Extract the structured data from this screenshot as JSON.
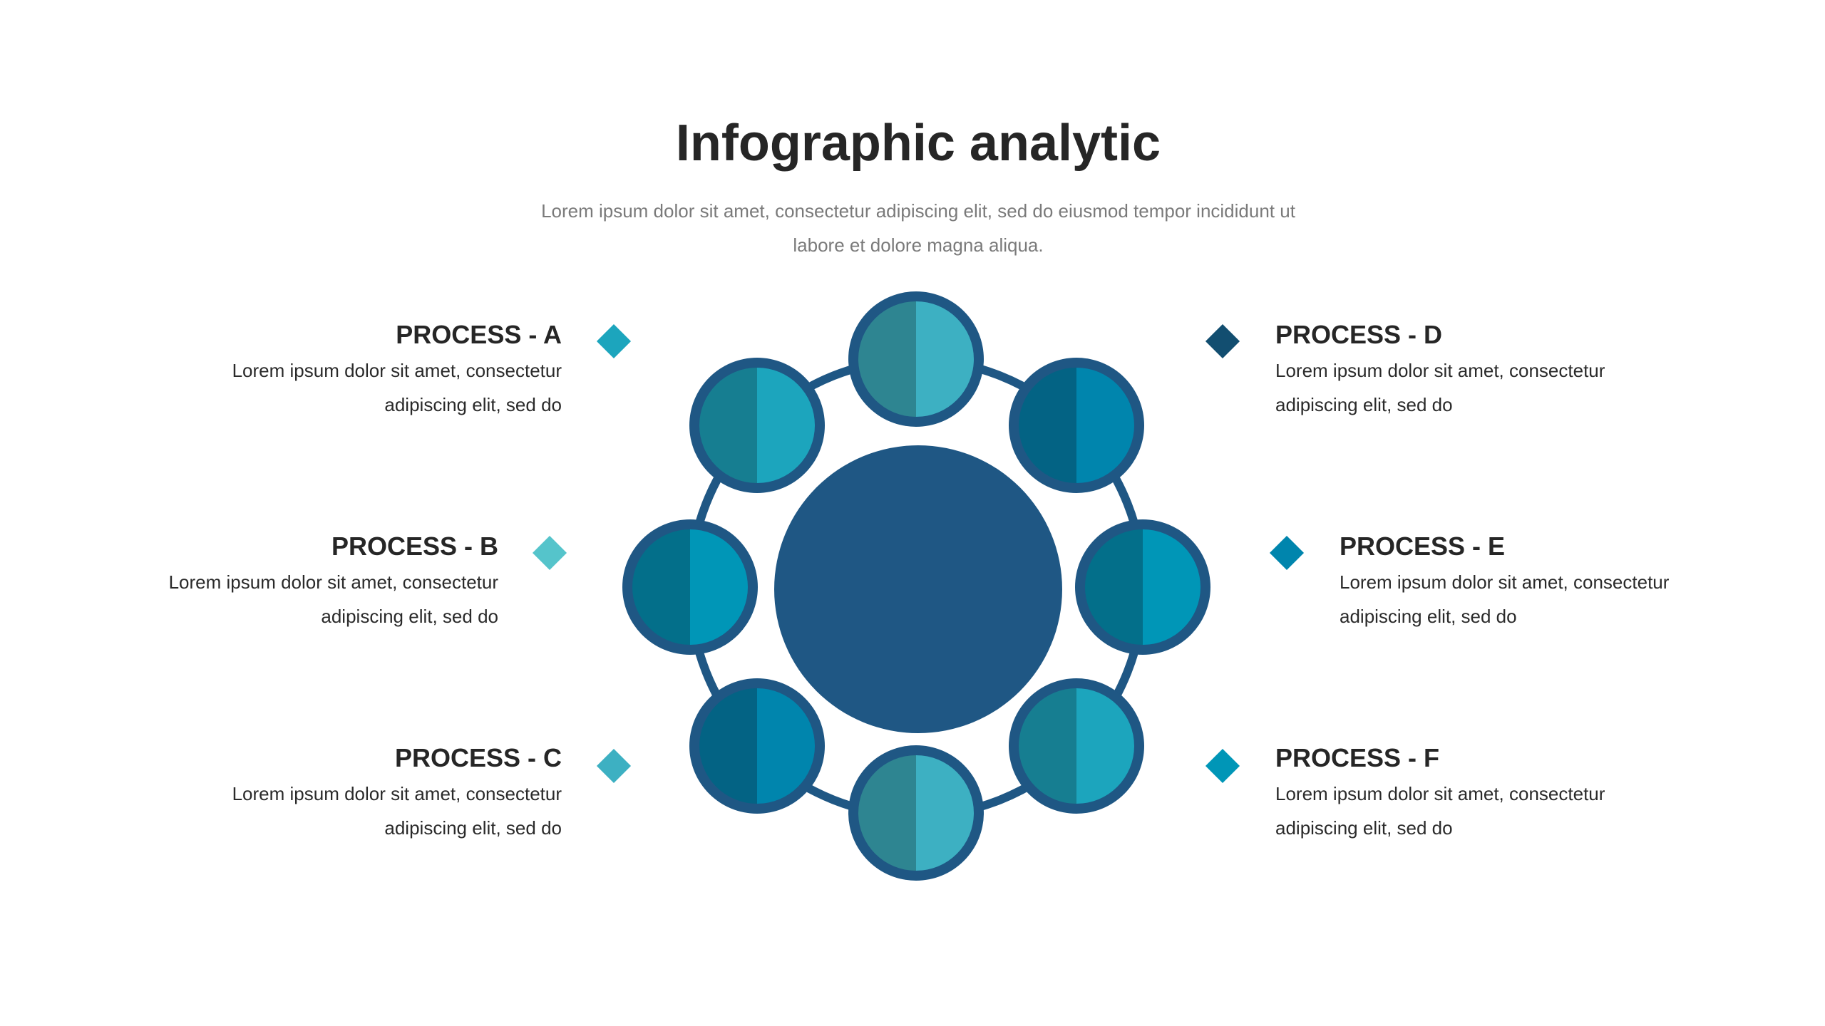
{
  "header": {
    "title": "Infographic analytic",
    "subtitle_line1": "Lorem ipsum dolor sit amet, consectetur adipiscing elit, sed do eiusmod tempor incididunt ut",
    "subtitle_line2": "labore et dolore magna aliqua."
  },
  "processes": [
    {
      "title": "PROCESS - A",
      "line1": "Lorem ipsum dolor sit amet, consectetur",
      "line2": "adipiscing elit, sed do",
      "color": "#1ca5bd"
    },
    {
      "title": "PROCESS - B",
      "line1": "Lorem ipsum dolor sit amet, consectetur",
      "line2": "adipiscing elit, sed do",
      "color": "#55c4cb"
    },
    {
      "title": "PROCESS - C",
      "line1": "Lorem ipsum dolor sit amet, consectetur",
      "line2": "adipiscing elit, sed do",
      "color": "#3db0c2"
    },
    {
      "title": "PROCESS - D",
      "line1": "Lorem ipsum dolor sit amet, consectetur",
      "line2": "adipiscing elit, sed do",
      "color": "#124e70"
    },
    {
      "title": "PROCESS - E",
      "line1": "Lorem ipsum dolor sit amet, consectetur",
      "line2": "adipiscing elit, sed do",
      "color": "#0085ad"
    },
    {
      "title": "PROCESS - F",
      "line1": "Lorem ipsum dolor sit amet, consectetur",
      "line2": "adipiscing elit, sed do",
      "color": "#0096b7"
    }
  ],
  "colors": {
    "ring": "#1f5784",
    "center": "#1f5784",
    "node_pairs": [
      [
        "#2e8591",
        "#3db0c2"
      ],
      [
        "#167e91",
        "#1ca5bd"
      ],
      [
        "#036384",
        "#0085ad"
      ],
      [
        "#036f8a",
        "#0096b7"
      ]
    ]
  }
}
